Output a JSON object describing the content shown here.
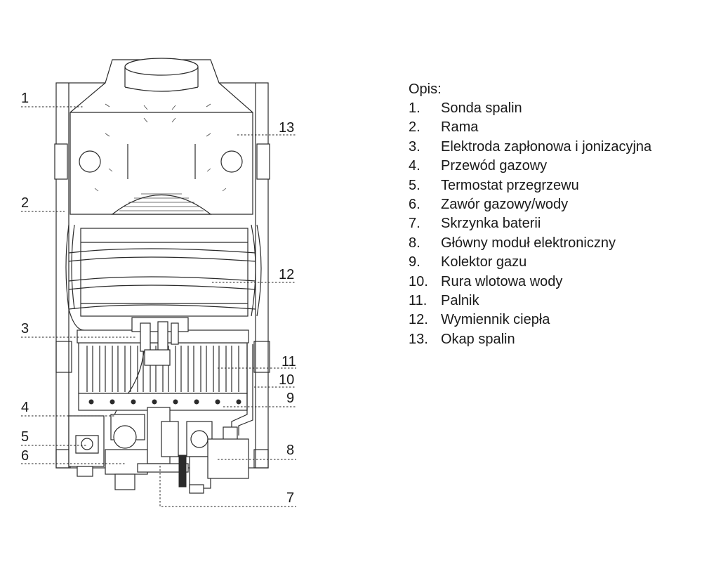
{
  "callouts": [
    "1",
    "2",
    "3",
    "4",
    "5",
    "6",
    "7",
    "8",
    "9",
    "10",
    "11",
    "12",
    "13"
  ],
  "legend": {
    "heading": "Opis:",
    "items": [
      {
        "num": "1.",
        "text": "Sonda spalin"
      },
      {
        "num": "2.",
        "text": "Rama"
      },
      {
        "num": "3.",
        "text": "Elektroda zapłonowa i jonizacyjna"
      },
      {
        "num": "4.",
        "text": "Przewód gazowy"
      },
      {
        "num": "5.",
        "text": "Termostat przegrzewu"
      },
      {
        "num": "6.",
        "text": "Zawór gazowy/wody"
      },
      {
        "num": "7.",
        "text": "Skrzynka baterii"
      },
      {
        "num": "8.",
        "text": "Główny moduł elektroniczny"
      },
      {
        "num": "9.",
        "text": "Kolektor gazu"
      },
      {
        "num": "10.",
        "text": "Rura wlotowa wody"
      },
      {
        "num": "11.",
        "text": "Palnik"
      },
      {
        "num": "12.",
        "text": "Wymiennik ciepła"
      },
      {
        "num": "13.",
        "text": "Okap spalin"
      }
    ]
  }
}
